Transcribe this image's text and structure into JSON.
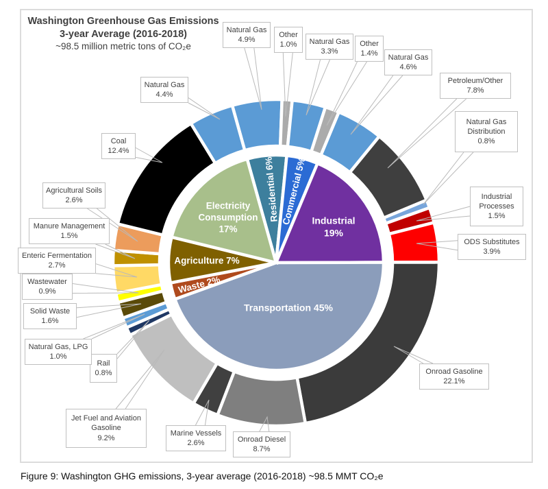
{
  "title": {
    "line1": "Washington Greenhouse Gas Emissions",
    "line2": "3-year Average (2016-2018)",
    "line3": "~98.5 million metric tons of CO₂e"
  },
  "caption": "Figure 9: Washington GHG emissions, 3-year average (2016-2018) ~98.5 MMT CO₂e",
  "chart_data": {
    "type": "pie",
    "subtype": "sunburst",
    "description": "Two-level donut: inner ring = sector share of total emissions, outer ring = subsector share",
    "total_label": "~98.5 million metric tons of CO₂e",
    "start_angle_deg": -15.6,
    "grid": false,
    "legend": false,
    "sectors": [
      {
        "id": "residential",
        "label": "Residential",
        "pct_label": "6%",
        "color": "#3D7F9D",
        "children": [
          {
            "id": "ng_res",
            "label": "Natural Gas",
            "value": 4.9,
            "pct_label": "4.9%",
            "color": "#5B9BD5"
          },
          {
            "id": "other_res",
            "label": "Other",
            "value": 1.0,
            "pct_label": "1.0%",
            "color": "#ABABAB"
          }
        ]
      },
      {
        "id": "commercial",
        "label": "Commercial",
        "pct_label": "5%",
        "color": "#2B6BD4",
        "children": [
          {
            "id": "ng_com",
            "label": "Natural Gas",
            "value": 3.3,
            "pct_label": "3.3%",
            "color": "#5B9BD5"
          },
          {
            "id": "other_com",
            "label": "Other",
            "value": 1.4,
            "pct_label": "1.4%",
            "color": "#ABABAB"
          }
        ]
      },
      {
        "id": "industrial",
        "label": "Industrial",
        "pct_label": "19%",
        "color": "#7030A0",
        "children": [
          {
            "id": "ng_ind",
            "label": "Natural Gas",
            "value": 4.6,
            "pct_label": "4.6%",
            "color": "#5B9BD5"
          },
          {
            "id": "petroleum_other",
            "label": "Petroleum/Other",
            "value": 7.8,
            "pct_label": "7.8%",
            "color": "#3F3F3F"
          },
          {
            "id": "ng_distribution",
            "label": "Natural Gas Distribution",
            "value": 0.8,
            "pct_label": "0.8%",
            "color": "#77A5DB"
          },
          {
            "id": "industrial_processes",
            "label": "Industrial Processes",
            "value": 1.5,
            "pct_label": "1.5%",
            "color": "#C00000"
          },
          {
            "id": "ods_substitutes",
            "label": "ODS Substitutes",
            "value": 3.9,
            "pct_label": "3.9%",
            "color": "#FE0000"
          }
        ]
      },
      {
        "id": "transportation",
        "label": "Transportation",
        "pct_label": "45%",
        "color": "#8B9DBB",
        "children": [
          {
            "id": "onroad_gasoline",
            "label": "Onroad Gasoline",
            "value": 22.1,
            "pct_label": "22.1%",
            "color": "#3B3B3B"
          },
          {
            "id": "onroad_diesel",
            "label": "Onroad Diesel",
            "value": 8.7,
            "pct_label": "8.7%",
            "color": "#7F7F7F"
          },
          {
            "id": "marine_vessels",
            "label": "Marine Vessels",
            "value": 2.6,
            "pct_label": "2.6%",
            "color": "#404040"
          },
          {
            "id": "jet_fuel",
            "label": "Jet Fuel and Aviation Gasoline",
            "value": 9.2,
            "pct_label": "9.2%",
            "color": "#BFBFBF"
          },
          {
            "id": "rail",
            "label": "Rail",
            "value": 0.8,
            "pct_label": "0.8%",
            "color": "#1F3864"
          },
          {
            "id": "ng_lpg",
            "label": "Natural Gas, LPG",
            "value": 1.0,
            "pct_label": "1.0%",
            "color": "#5B9BD5"
          }
        ]
      },
      {
        "id": "waste",
        "label": "Waste",
        "pct_label": "2%",
        "color": "#AF4A1D",
        "children": [
          {
            "id": "solid_waste",
            "label": "Solid Waste",
            "value": 1.6,
            "pct_label": "1.6%",
            "color": "#5A4A08"
          },
          {
            "id": "wastewater",
            "label": "Wastewater",
            "value": 0.9,
            "pct_label": "0.9%",
            "color": "#FFFF00"
          }
        ]
      },
      {
        "id": "agriculture",
        "label": "Agriculture",
        "pct_label": "7%",
        "color": "#7F6000",
        "children": [
          {
            "id": "enteric_fermentation",
            "label": "Enteric Fermentation",
            "value": 2.7,
            "pct_label": "2.7%",
            "color": "#FFD965"
          },
          {
            "id": "manure_management",
            "label": "Manure Management",
            "value": 1.5,
            "pct_label": "1.5%",
            "color": "#BF9000"
          },
          {
            "id": "agricultural_soils",
            "label": "Agricultural Soils",
            "value": 2.6,
            "pct_label": "2.6%",
            "color": "#EC9C5C"
          }
        ]
      },
      {
        "id": "electricity",
        "label": "Electricity Consumption",
        "pct_label": "17%",
        "color": "#A8BF8B",
        "children": [
          {
            "id": "coal",
            "label": "Coal",
            "value": 12.4,
            "pct_label": "12.4%",
            "color": "#000000"
          },
          {
            "id": "ng_elec",
            "label": "Natural Gas",
            "value": 4.4,
            "pct_label": "4.4%",
            "color": "#5B9BD5"
          }
        ]
      }
    ]
  }
}
